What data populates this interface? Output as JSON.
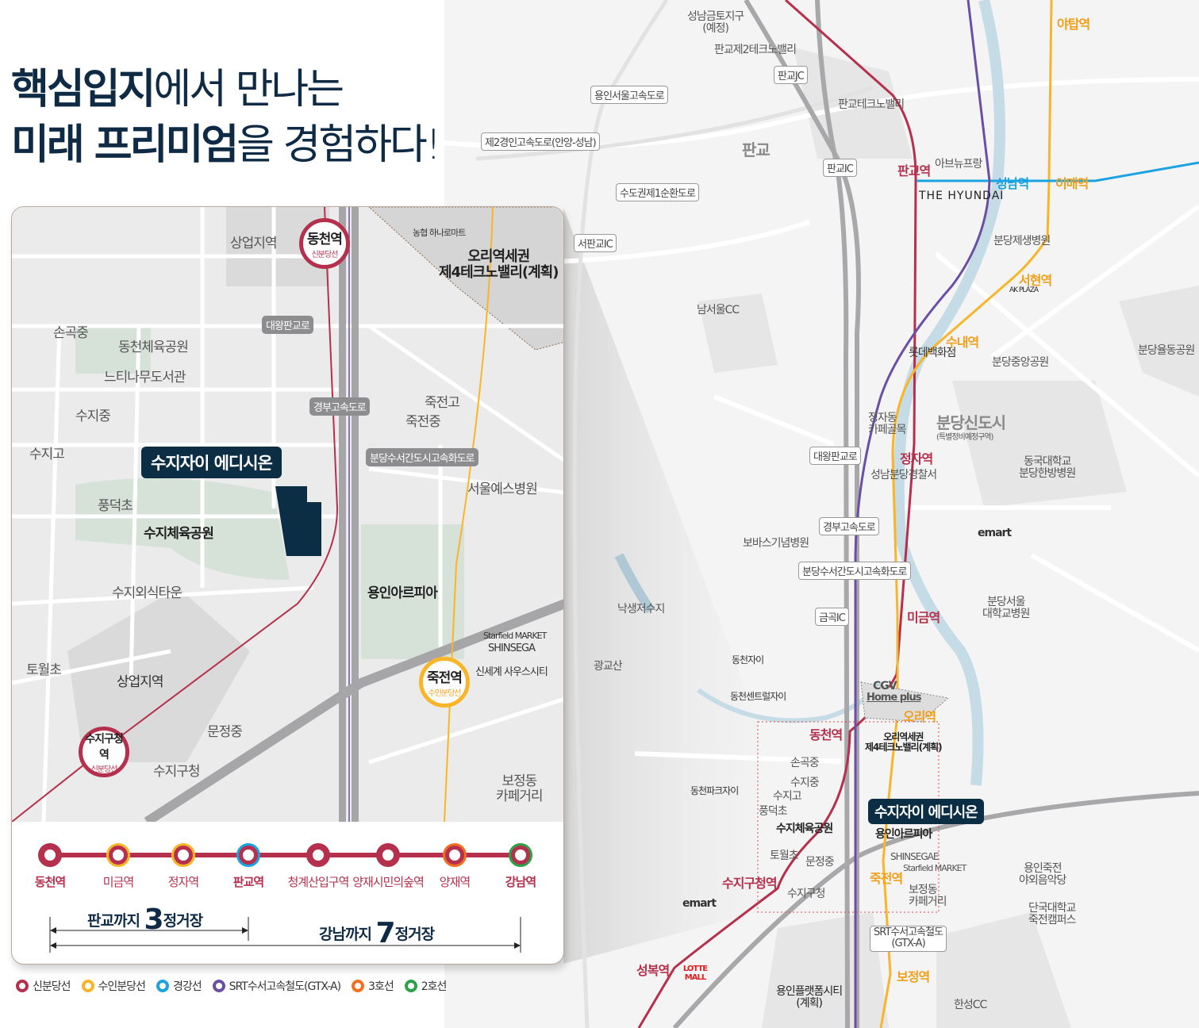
{
  "headline": {
    "line1_bold": "핵심입지",
    "line1_rest": "에서 만나는",
    "line2_bold": "미래 프리미엄",
    "line2_rest": "을 경험하다!"
  },
  "colors": {
    "shinbundang": "#b5304c",
    "suinbundang": "#f9b52a",
    "gyeonggang": "#1aa3e0",
    "srt_gtx_a": "#6b4fa5",
    "line3": "#f26f21",
    "line2": "#2ea04a",
    "navy": "#0b2e44"
  },
  "inset": {
    "labels": [
      "상업지역",
      "손곡중",
      "동천체육공원",
      "느티나무도서관",
      "수지중",
      "수지고",
      "풍덕초",
      "수지체육공원",
      "수지외식타운",
      "토월초",
      "상업지역",
      "문정중",
      "수지구청",
      "죽전고",
      "죽전중",
      "서울예스병원",
      "용인아르피아",
      "보정동\n카페거리",
      "신세계 사우스시티"
    ],
    "road_tags": [
      "대왕판교로",
      "경부고속도로",
      "분당수서간도시고속화도로"
    ],
    "project_name": "수지자이 에디시온",
    "district": "오리역세권\n제4테크노밸리(계획)",
    "mart": "농협 하나로마트",
    "shinsegae": "SHINSEGA",
    "market": "Starfield MARKET",
    "stations": [
      {
        "name": "동천역",
        "line": "신분당선"
      },
      {
        "name": "수지구청역",
        "line": "신분당선"
      },
      {
        "name": "죽전역",
        "line": "수인분당선"
      }
    ],
    "timeline": {
      "stations": [
        {
          "name": "동천역",
          "ring": "#b5304c",
          "bold": true
        },
        {
          "name": "미금역",
          "ring": "#f9b52a",
          "bold": false
        },
        {
          "name": "정자역",
          "ring": "#f9b52a",
          "bold": false
        },
        {
          "name": "판교역",
          "ring": "#1aa3e0",
          "bold": true
        },
        {
          "name": "청계산입구역",
          "ring": "#b5304c",
          "bold": false
        },
        {
          "name": "양재시민의숲역",
          "ring": "#b5304c",
          "bold": false
        },
        {
          "name": "양재역",
          "ring": "#f26f21",
          "bold": false
        },
        {
          "name": "강남역",
          "ring": "#2ea04a",
          "bold": true
        }
      ],
      "to_pangyo": {
        "prefix": "판교까지",
        "count": "3",
        "suffix": "정거장"
      },
      "to_gangnam": {
        "prefix": "강남까지",
        "count": "7",
        "suffix": "정거장"
      }
    }
  },
  "legend": [
    {
      "label": "신분당선",
      "color": "#b5304c"
    },
    {
      "label": "수인분당선",
      "color": "#f9b52a"
    },
    {
      "label": "경강선",
      "color": "#1aa3e0"
    },
    {
      "label": "SRT수서고속철도(GTX-A)",
      "color": "#6b4fa5"
    },
    {
      "label": "3호선",
      "color": "#f26f21"
    },
    {
      "label": "2호선",
      "color": "#2ea04a"
    }
  ],
  "map": {
    "road_tags": [
      "제2경인고속도로(안양-성남)",
      "용인서울고속도로",
      "판교JC",
      "수도권제1순환도로",
      "서판교IC",
      "판교IC",
      "대왕판교로",
      "경부고속도로",
      "분당수서간도시고속화도로",
      "금곡IC",
      "SRT수서고속철도\n(GTX-A)"
    ],
    "labels": [
      "성남금토지구\n(예정)",
      "판교제2테크노밸리",
      "판교테크노밸리",
      "판교",
      "아브뉴프랑",
      "분당제생병원",
      "남서울CC",
      "롯데백화점",
      "분당중앙공원",
      "분당율동공원",
      "정자동\n카페골목",
      "분당신도시",
      "(특별정비예정구역)",
      "성남분당경찰서",
      "동국대학교\n분당한방병원",
      "보바스기념병원",
      "낙생저수지",
      "광교산",
      "동천자이",
      "동천센트럴자이",
      "동천파크자이",
      "손곡중",
      "수지중",
      "수지고",
      "풍덕초",
      "수지체육공원",
      "토월초",
      "문정중",
      "수지구청",
      "용인아르피아",
      "보정동\n카페거리",
      "오리역세권\n제4테크노밸리(계획)",
      "분당서울\n대학교병원",
      "용인죽전\n야외음악당",
      "단국대학교\n죽전캠퍼스",
      "용인플랫폼시티\n(계획)",
      "한성CC"
    ],
    "brands": [
      "THE HYUNDAI",
      "AK PLAZA",
      "emart",
      "emart",
      "CGV",
      "Home plus",
      "SHINSEGAE",
      "Starfield MARKET",
      "LOTTE MALL"
    ],
    "stations": [
      "야탑역",
      "이매역",
      "성남역",
      "판교역",
      "서현역",
      "수내역",
      "정자역",
      "미금역",
      "오리역",
      "동천역",
      "죽전역",
      "수지구청역",
      "보정역",
      "성복역"
    ],
    "project_name": "수지자이 에디시온"
  }
}
